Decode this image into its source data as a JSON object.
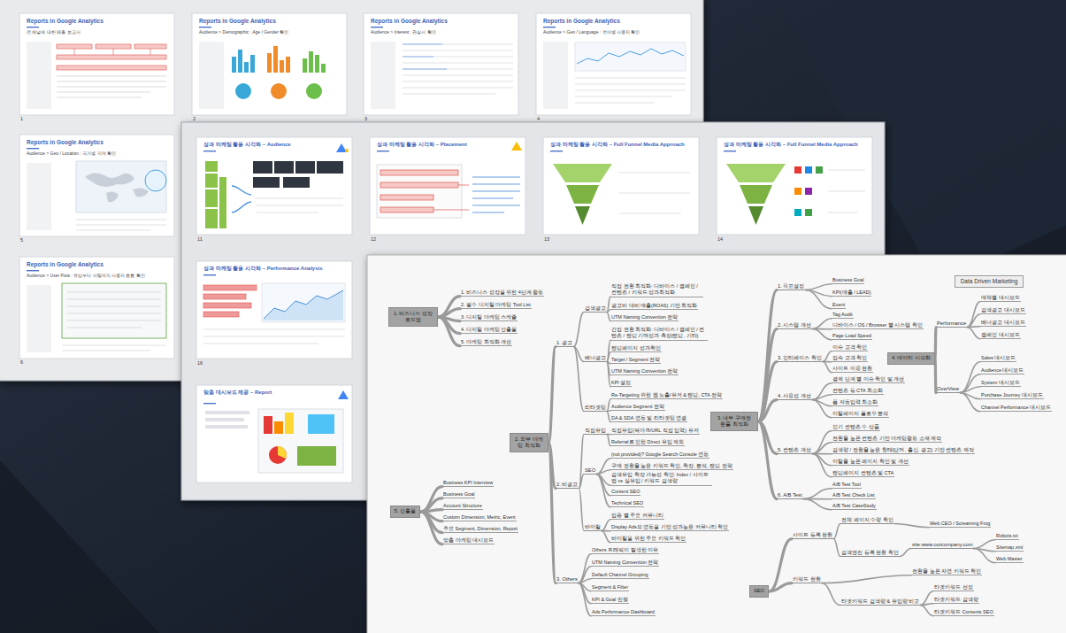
{
  "diagram": {
    "nodes": [
      {
        "text": [
          "Data Driven Marketing"
        ]
      },
      {
        "text": [
          "1. 비즈니스 성장 로드맵"
        ]
      },
      {
        "text": [
          "1. 비즈니스 성장을 위한 4단계 활동"
        ]
      },
      {
        "text": [
          "2. 필수 디지털 마케팅 Tool List"
        ]
      },
      {
        "text": [
          "3. 디지털 마케팅 스케쥴"
        ]
      },
      {
        "text": [
          "4. 디지털 마케팅 산출물"
        ]
      },
      {
        "text": [
          "5. 마케팅 최적화 개선"
        ]
      },
      {
        "text": [
          "2. 외부 마케팅 최적화"
        ]
      },
      {
        "text": [
          "1. 광고"
        ]
      },
      {
        "text": [
          "검색광고"
        ]
      },
      {
        "text": [
          "직접 전환 최적화: 디바이스 / 캠페인 / 컨텐츠 / 키워드 성과최적화"
        ]
      },
      {
        "text": [
          "광고비 대비 매출(ROAS) 기반 최적화"
        ]
      },
      {
        "text": [
          "UTM Naming Convention 전략"
        ]
      },
      {
        "text": [
          "배너광고"
        ]
      },
      {
        "text": [
          "간접 전환 최적화: 디바이스 / 캠페인 / 컨텐츠 / 랜딩 기여성과 측정(랜딩, 기타)"
        ]
      },
      {
        "text": [
          "랜딩페이지 성과확인"
        ]
      },
      {
        "text": [
          "Target / Segment 전략"
        ]
      },
      {
        "text": [
          "UTM Naming Convention 전략"
        ]
      },
      {
        "text": [
          "KPI 설정"
        ]
      },
      {
        "text": [
          "리타겟팅"
        ]
      },
      {
        "text": [
          "Re-Targeting 위한 웹 노출/유저 & 랜딩, CTA 전략"
        ]
      },
      {
        "text": [
          "Audience Segment 전략"
        ]
      },
      {
        "text": [
          "DA & SDA 연동 및 리타겟팅 연결"
        ]
      },
      {
        "text": [
          "2. 비광고"
        ]
      },
      {
        "text": [
          "직접유입"
        ]
      },
      {
        "text": [
          "직접유입(북마크/URL 직접 입력) 유저"
        ]
      },
      {
        "text": [
          "Referral로 인한 Direct 유입 제외"
        ]
      },
      {
        "text": [
          "SEO"
        ]
      },
      {
        "text": [
          "(not provided)? Google Search Console 연동"
        ]
      },
      {
        "text": [
          "구매 전환율 높은 키워드 확인, 확장, 분석, 랜딩 전략"
        ]
      },
      {
        "text": [
          "검색유입 확장 가능성 확인: Index / 사이트맵 vs 실유입 / 키워드 검색량"
        ]
      },
      {
        "text": [
          "Content SEO"
        ]
      },
      {
        "text": [
          "Technical SEO"
        ]
      },
      {
        "text": [
          "바이럴"
        ]
      },
      {
        "text": [
          "업종 별 주요 커뮤니티"
        ]
      },
      {
        "text": [
          "Display Ads의 연동을 기반 성과높은 커뮤니티 확인"
        ]
      },
      {
        "text": [
          "바이럴을 위한 주요 키워드 확인"
        ]
      },
      {
        "text": [
          "3. Others"
        ]
      },
      {
        "text": [
          "Others 트래픽이 발생한 이유"
        ]
      },
      {
        "text": [
          "UTM Naming Convention 전략"
        ]
      },
      {
        "text": [
          "Default Channel Grouping"
        ]
      },
      {
        "text": [
          "Segment & Filter"
        ]
      },
      {
        "text": [
          "KPI & Goal 진행"
        ]
      },
      {
        "text": [
          "Ads Performance Dashboard"
        ]
      },
      {
        "text": [
          "3. 내부 구매전환률 최적화"
        ]
      },
      {
        "text": [
          "1. 목표설정"
        ]
      },
      {
        "text": [
          "Business Goal"
        ]
      },
      {
        "text": [
          "KPI(매출 / LEAD)"
        ]
      },
      {
        "text": [
          "Event"
        ]
      },
      {
        "text": [
          "2. 시스템 개선"
        ]
      },
      {
        "text": [
          "Tag Audit"
        ]
      },
      {
        "text": [
          "디바이스 / OS / Browser 별 시스템 확인"
        ]
      },
      {
        "text": [
          "Page Load Speed"
        ]
      },
      {
        "text": [
          "3. 인터페이스 확인"
        ]
      },
      {
        "text": [
          "이슈 고객 확인"
        ]
      },
      {
        "text": [
          "접속 고객 확인"
        ]
      },
      {
        "text": [
          "사이트 이용 현황"
        ]
      },
      {
        "text": [
          "4. 사용성 개선"
        ]
      },
      {
        "text": [
          "결제 단계 별 이슈 확인 및 개선"
        ]
      },
      {
        "text": [
          "컨텐츠 등 CTA 최소화"
        ]
      },
      {
        "text": [
          "폼 자동입력 최소화"
        ]
      },
      {
        "text": [
          "이탈페이지 플로우 분석"
        ]
      },
      {
        "text": [
          "5. 컨텐츠 개선"
        ]
      },
      {
        "text": [
          "인기 컨텐츠 수 상품"
        ]
      },
      {
        "text": [
          "전환율 높은 컨텐츠 기반 마케팅활동 소재 제작"
        ]
      },
      {
        "text": [
          "검색량 / 전환율 높은 형태(단어, 출신, 광고) 기반 컨텐츠 제작"
        ]
      },
      {
        "text": [
          "이탈율 높은 페이지 확인 및 개선"
        ]
      },
      {
        "text": [
          "랜딩페이지 컨텐츠 및 CTA"
        ]
      },
      {
        "text": [
          "6. A/B Test"
        ]
      },
      {
        "text": [
          "A/B Test Tool"
        ]
      },
      {
        "text": [
          "A/B Test Check List"
        ]
      },
      {
        "text": [
          "A/B Test CaseStudy"
        ]
      },
      {
        "text": [
          "4. 데이터 시각화"
        ]
      },
      {
        "text": [
          "Performance"
        ]
      },
      {
        "text": [
          "매체별 대시보드"
        ]
      },
      {
        "text": [
          "검색광고 대시보드"
        ]
      },
      {
        "text": [
          "배너광고 대시보드"
        ]
      },
      {
        "text": [
          "캠페인 대시보드"
        ]
      },
      {
        "text": [
          "OverView"
        ]
      },
      {
        "text": [
          "Sales 대시보드"
        ]
      },
      {
        "text": [
          "Audience 대시보드"
        ]
      },
      {
        "text": [
          "System 대시보드"
        ]
      },
      {
        "text": [
          "Purchase Journey 대시보드"
        ]
      },
      {
        "text": [
          "Channel Performance 대시보드"
        ]
      },
      {
        "text": [
          "5. 산출물"
        ]
      },
      {
        "text": [
          "Business KPI Interview"
        ]
      },
      {
        "text": [
          "Business Goal"
        ]
      },
      {
        "text": [
          "Account Structure"
        ]
      },
      {
        "text": [
          "Custom Dimension, Metric, Event"
        ]
      },
      {
        "text": [
          "주요 Segment, Dimension, Report"
        ]
      },
      {
        "text": [
          "맞춤 마케팅 대시보드"
        ]
      },
      {
        "text": [
          "SEO"
        ]
      },
      {
        "text": [
          "사이트 등록 현황"
        ]
      },
      {
        "text": [
          "전체 페이지 수량 확인"
        ]
      },
      {
        "text": [
          "Web CEO / Screaming Frog"
        ]
      },
      {
        "text": [
          "검색엔진 등록 현황 확인"
        ]
      },
      {
        "text": [
          "site:www.ourcompany.com"
        ]
      },
      {
        "text": [
          "Robots.txt"
        ]
      },
      {
        "text": [
          "Sitemap.xml"
        ]
      },
      {
        "text": [
          "Web Master"
        ]
      },
      {
        "text": [
          "키워드 현황"
        ]
      },
      {
        "text": [
          "전환율 높은 자연 키워드 확인"
        ]
      },
      {
        "text": [
          "타겟키워드 검색량 & 유입량 비교"
        ]
      },
      {
        "text": [
          "타겟키워드 선정"
        ]
      },
      {
        "text": [
          "타겟키워드 검색량"
        ]
      },
      {
        "text": [
          "타겟키워드 Contents SEO"
        ]
      }
    ],
    "edges": [
      {
        "from": 1,
        "to": 2,
        "arrow": "none"
      },
      {
        "from": 1,
        "to": 3,
        "arrow": "none"
      },
      {
        "from": 1,
        "to": 4,
        "arrow": "none"
      },
      {
        "from": 1,
        "to": 5,
        "arrow": "none"
      },
      {
        "from": 1,
        "to": 6,
        "arrow": "none"
      },
      {
        "from": 7,
        "to": 8,
        "arrow": "none"
      },
      {
        "from": 7,
        "to": 23,
        "arrow": "none"
      },
      {
        "from": 7,
        "to": 37,
        "arrow": "none"
      },
      {
        "from": 8,
        "to": 9,
        "arrow": "none"
      },
      {
        "from": 8,
        "to": 13,
        "arrow": "none"
      },
      {
        "from": 8,
        "to": 19,
        "arrow": "none"
      },
      {
        "from": 9,
        "to": 10,
        "arrow": "none"
      },
      {
        "from": 9,
        "to": 11,
        "arrow": "none"
      },
      {
        "from": 9,
        "to": 12,
        "arrow": "none"
      },
      {
        "from": 13,
        "to": 14,
        "arrow": "none"
      },
      {
        "from": 13,
        "to": 15,
        "arrow": "none"
      },
      {
        "from": 13,
        "to": 16,
        "arrow": "none"
      },
      {
        "from": 13,
        "to": 17,
        "arrow": "none"
      },
      {
        "from": 13,
        "to": 18,
        "arrow": "none"
      },
      {
        "from": 19,
        "to": 20,
        "arrow": "none"
      },
      {
        "from": 19,
        "to": 21,
        "arrow": "none"
      },
      {
        "from": 19,
        "to": 22,
        "arrow": "none"
      },
      {
        "from": 23,
        "to": 24,
        "arrow": "none"
      },
      {
        "from": 23,
        "to": 27,
        "arrow": "none"
      },
      {
        "from": 23,
        "to": 33,
        "arrow": "none"
      },
      {
        "from": 24,
        "to": 25,
        "arrow": "none"
      },
      {
        "from": 24,
        "to": 26,
        "arrow": "none"
      },
      {
        "from": 27,
        "to": 28,
        "arrow": "none"
      },
      {
        "from": 27,
        "to": 29,
        "arrow": "none"
      },
      {
        "from": 27,
        "to": 30,
        "arrow": "none"
      },
      {
        "from": 27,
        "to": 31,
        "arrow": "none"
      },
      {
        "from": 27,
        "to": 32,
        "arrow": "none"
      },
      {
        "from": 33,
        "to": 34,
        "arrow": "none"
      },
      {
        "from": 33,
        "to": 35,
        "arrow": "none"
      },
      {
        "from": 33,
        "to": 36,
        "arrow": "none"
      },
      {
        "from": 37,
        "to": 38,
        "arrow": "none"
      },
      {
        "from": 37,
        "to": 39,
        "arrow": "none"
      },
      {
        "from": 37,
        "to": 40,
        "arrow": "none"
      },
      {
        "from": 37,
        "to": 41,
        "arrow": "none"
      },
      {
        "from": 37,
        "to": 42,
        "arrow": "none"
      },
      {
        "from": 37,
        "to": 43,
        "arrow": "none"
      },
      {
        "from": 44,
        "to": 45,
        "arrow": "none"
      },
      {
        "from": 44,
        "to": 49,
        "arrow": "none"
      },
      {
        "from": 44,
        "to": 53,
        "arrow": "none"
      },
      {
        "from": 44,
        "to": 57,
        "arrow": "none"
      },
      {
        "from": 44,
        "to": 62,
        "arrow": "none"
      },
      {
        "from": 44,
        "to": 68,
        "arrow": "none"
      },
      {
        "from": 45,
        "to": 46,
        "arrow": "none"
      },
      {
        "from": 45,
        "to": 47,
        "arrow": "none"
      },
      {
        "from": 45,
        "to": 48,
        "arrow": "none"
      },
      {
        "from": 49,
        "to": 50,
        "arrow": "none"
      },
      {
        "from": 49,
        "to": 51,
        "arrow": "none"
      },
      {
        "from": 49,
        "to": 52,
        "arrow": "none"
      },
      {
        "from": 53,
        "to": 54,
        "arrow": "none"
      },
      {
        "from": 53,
        "to": 55,
        "arrow": "none"
      },
      {
        "from": 53,
        "to": 56,
        "arrow": "none"
      },
      {
        "from": 57,
        "to": 58,
        "arrow": "none"
      },
      {
        "from": 57,
        "to": 59,
        "arrow": "none"
      },
      {
        "from": 57,
        "to": 60,
        "arrow": "none"
      },
      {
        "from": 57,
        "to": 61,
        "arrow": "none"
      },
      {
        "from": 62,
        "to": 63,
        "arrow": "none"
      },
      {
        "from": 62,
        "to": 64,
        "arrow": "none"
      },
      {
        "from": 62,
        "to": 65,
        "arrow": "none"
      },
      {
        "from": 62,
        "to": 66,
        "arrow": "none"
      },
      {
        "from": 62,
        "to": 67,
        "arrow": "none"
      },
      {
        "from": 68,
        "to": 69,
        "arrow": "none"
      },
      {
        "from": 68,
        "to": 70,
        "arrow": "none"
      },
      {
        "from": 68,
        "to": 71,
        "arrow": "none"
      },
      {
        "from": 72,
        "to": 73,
        "arrow": "none"
      },
      {
        "from": 72,
        "to": 78,
        "arrow": "none"
      },
      {
        "from": 73,
        "to": 74,
        "arrow": "none"
      },
      {
        "from": 73,
        "to": 75,
        "arrow": "none"
      },
      {
        "from": 73,
        "to": 76,
        "arrow": "none"
      },
      {
        "from": 73,
        "to": 77,
        "arrow": "none"
      },
      {
        "from": 78,
        "to": 79,
        "arrow": "none"
      },
      {
        "from": 78,
        "to": 80,
        "arrow": "none"
      },
      {
        "from": 78,
        "to": 81,
        "arrow": "none"
      },
      {
        "from": 78,
        "to": 82,
        "arrow": "none"
      },
      {
        "from": 78,
        "to": 83,
        "arrow": "none"
      },
      {
        "from": 84,
        "to": 85,
        "arrow": "none"
      },
      {
        "from": 84,
        "to": 86,
        "arrow": "none"
      },
      {
        "from": 84,
        "to": 87,
        "arrow": "none"
      },
      {
        "from": 84,
        "to": 88,
        "arrow": "none"
      },
      {
        "from": 84,
        "to": 89,
        "arrow": "none"
      },
      {
        "from": 84,
        "to": 90,
        "arrow": "none"
      },
      {
        "from": 91,
        "to": 92,
        "arrow": "none"
      },
      {
        "from": 91,
        "to": 100,
        "arrow": "none"
      },
      {
        "from": 92,
        "to": 93,
        "arrow": "none"
      },
      {
        "from": 92,
        "to": 95,
        "arrow": "none"
      },
      {
        "from": 93,
        "to": 94,
        "arrow": "none"
      },
      {
        "from": 95,
        "to": 96,
        "arrow": "none"
      },
      {
        "from": 96,
        "to": 97,
        "arrow": "none"
      },
      {
        "from": 96,
        "to": 98,
        "arrow": "none"
      },
      {
        "from": 96,
        "to": 99,
        "arrow": "none"
      },
      {
        "from": 100,
        "to": 101,
        "arrow": "none"
      },
      {
        "from": 100,
        "to": 102,
        "arrow": "none"
      },
      {
        "from": 102,
        "to": 103,
        "arrow": "none"
      },
      {
        "from": 102,
        "to": 104,
        "arrow": "none"
      },
      {
        "from": 102,
        "to": 105,
        "arrow": "none"
      }
    ],
    "labels": [
      "Reports in Google Analytics",
      "전 채널에 대한 매출 보고서",
      "1",
      "Reports in Google Analytics",
      "Audience > Demographic : Age / Gender 확인",
      "2",
      "Reports in Google Analytics",
      "Audience > Interest : 관심사 확인",
      "3",
      "Reports in Google Analytics",
      "Audience > Geo / Language : 언어별 사용자 확인",
      "4",
      "Reports in Google Analytics",
      "Audience > Geo / Location : 국가별 지역 확인",
      "5",
      "Reports in Google Analytics",
      "Audience > User Flow : 유입부터 이탈까지 사용자 흐름 확인",
      "6",
      "성과 마케팅 활용 시각화 – Audience",
      "11",
      "성과 마케팅 활용 시각화 – Placement",
      "12",
      "성과 마케팅 활용 시각화 – Full Funnel Media Approach",
      "13",
      "성과 마케팅 활용 시각화 – Full Funnel Media Approach",
      "14",
      "성과 마케팅 활용 시각화 – Performance Analysis",
      "16",
      "맞춤 대시보드 제공 – Report"
    ]
  }
}
